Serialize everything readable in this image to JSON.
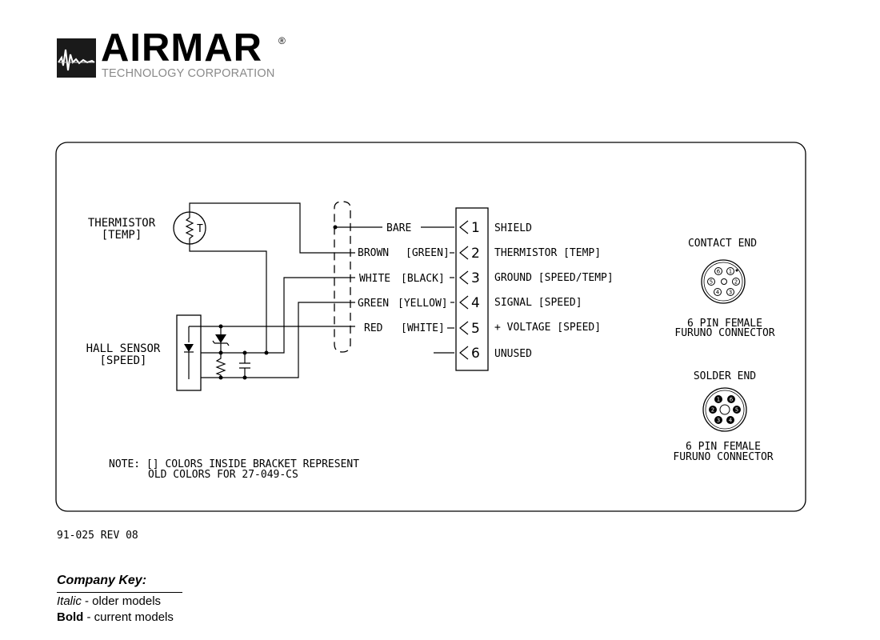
{
  "logo": {
    "name": "AIRMAR",
    "registered": "®",
    "subtitle": "TECHNOLOGY CORPORATION"
  },
  "diagram": {
    "thermistor_label_1": "THERMISTOR",
    "thermistor_label_2": "[TEMP]",
    "thermistor_symbol": "T",
    "hall_label_1": "HALL SENSOR",
    "hall_label_2": "[SPEED]",
    "wires": [
      {
        "color": "BARE",
        "old_color": "",
        "pin": "1",
        "function": "SHIELD"
      },
      {
        "color": "BROWN",
        "old_color": "[GREEN]",
        "pin": "2",
        "function": "THERMISTOR [TEMP]"
      },
      {
        "color": "WHITE",
        "old_color": "[BLACK]",
        "pin": "3",
        "function": "GROUND [SPEED/TEMP]"
      },
      {
        "color": "GREEN",
        "old_color": "[YELLOW]",
        "pin": "4",
        "function": "SIGNAL [SPEED]"
      },
      {
        "color": "RED",
        "old_color": "[WHITE]",
        "pin": "5",
        "function": "+ VOLTAGE [SPEED]"
      },
      {
        "color": "",
        "old_color": "",
        "pin": "6",
        "function": "UNUSED"
      }
    ],
    "contact_end": {
      "title": "CONTACT END",
      "caption_1": "6 PIN FEMALE",
      "caption_2": "FURUNO CONNECTOR",
      "pins": [
        "1",
        "2",
        "3",
        "4",
        "5",
        "6"
      ]
    },
    "solder_end": {
      "title": "SOLDER END",
      "caption_1": "6 PIN FEMALE",
      "caption_2": "FURUNO CONNECTOR",
      "pins": [
        "1",
        "2",
        "3",
        "4",
        "5",
        "6"
      ]
    },
    "note_1": "NOTE: [] COLORS INSIDE BRACKET REPRESENT",
    "note_2": "OLD COLORS FOR 27-049-CS"
  },
  "document_number": "91-025 REV 08",
  "company_key": {
    "title": "Company Key:",
    "italic_word": "Italic",
    "italic_desc": " - older models",
    "bold_word": "Bold",
    "bold_desc": " - current models"
  }
}
